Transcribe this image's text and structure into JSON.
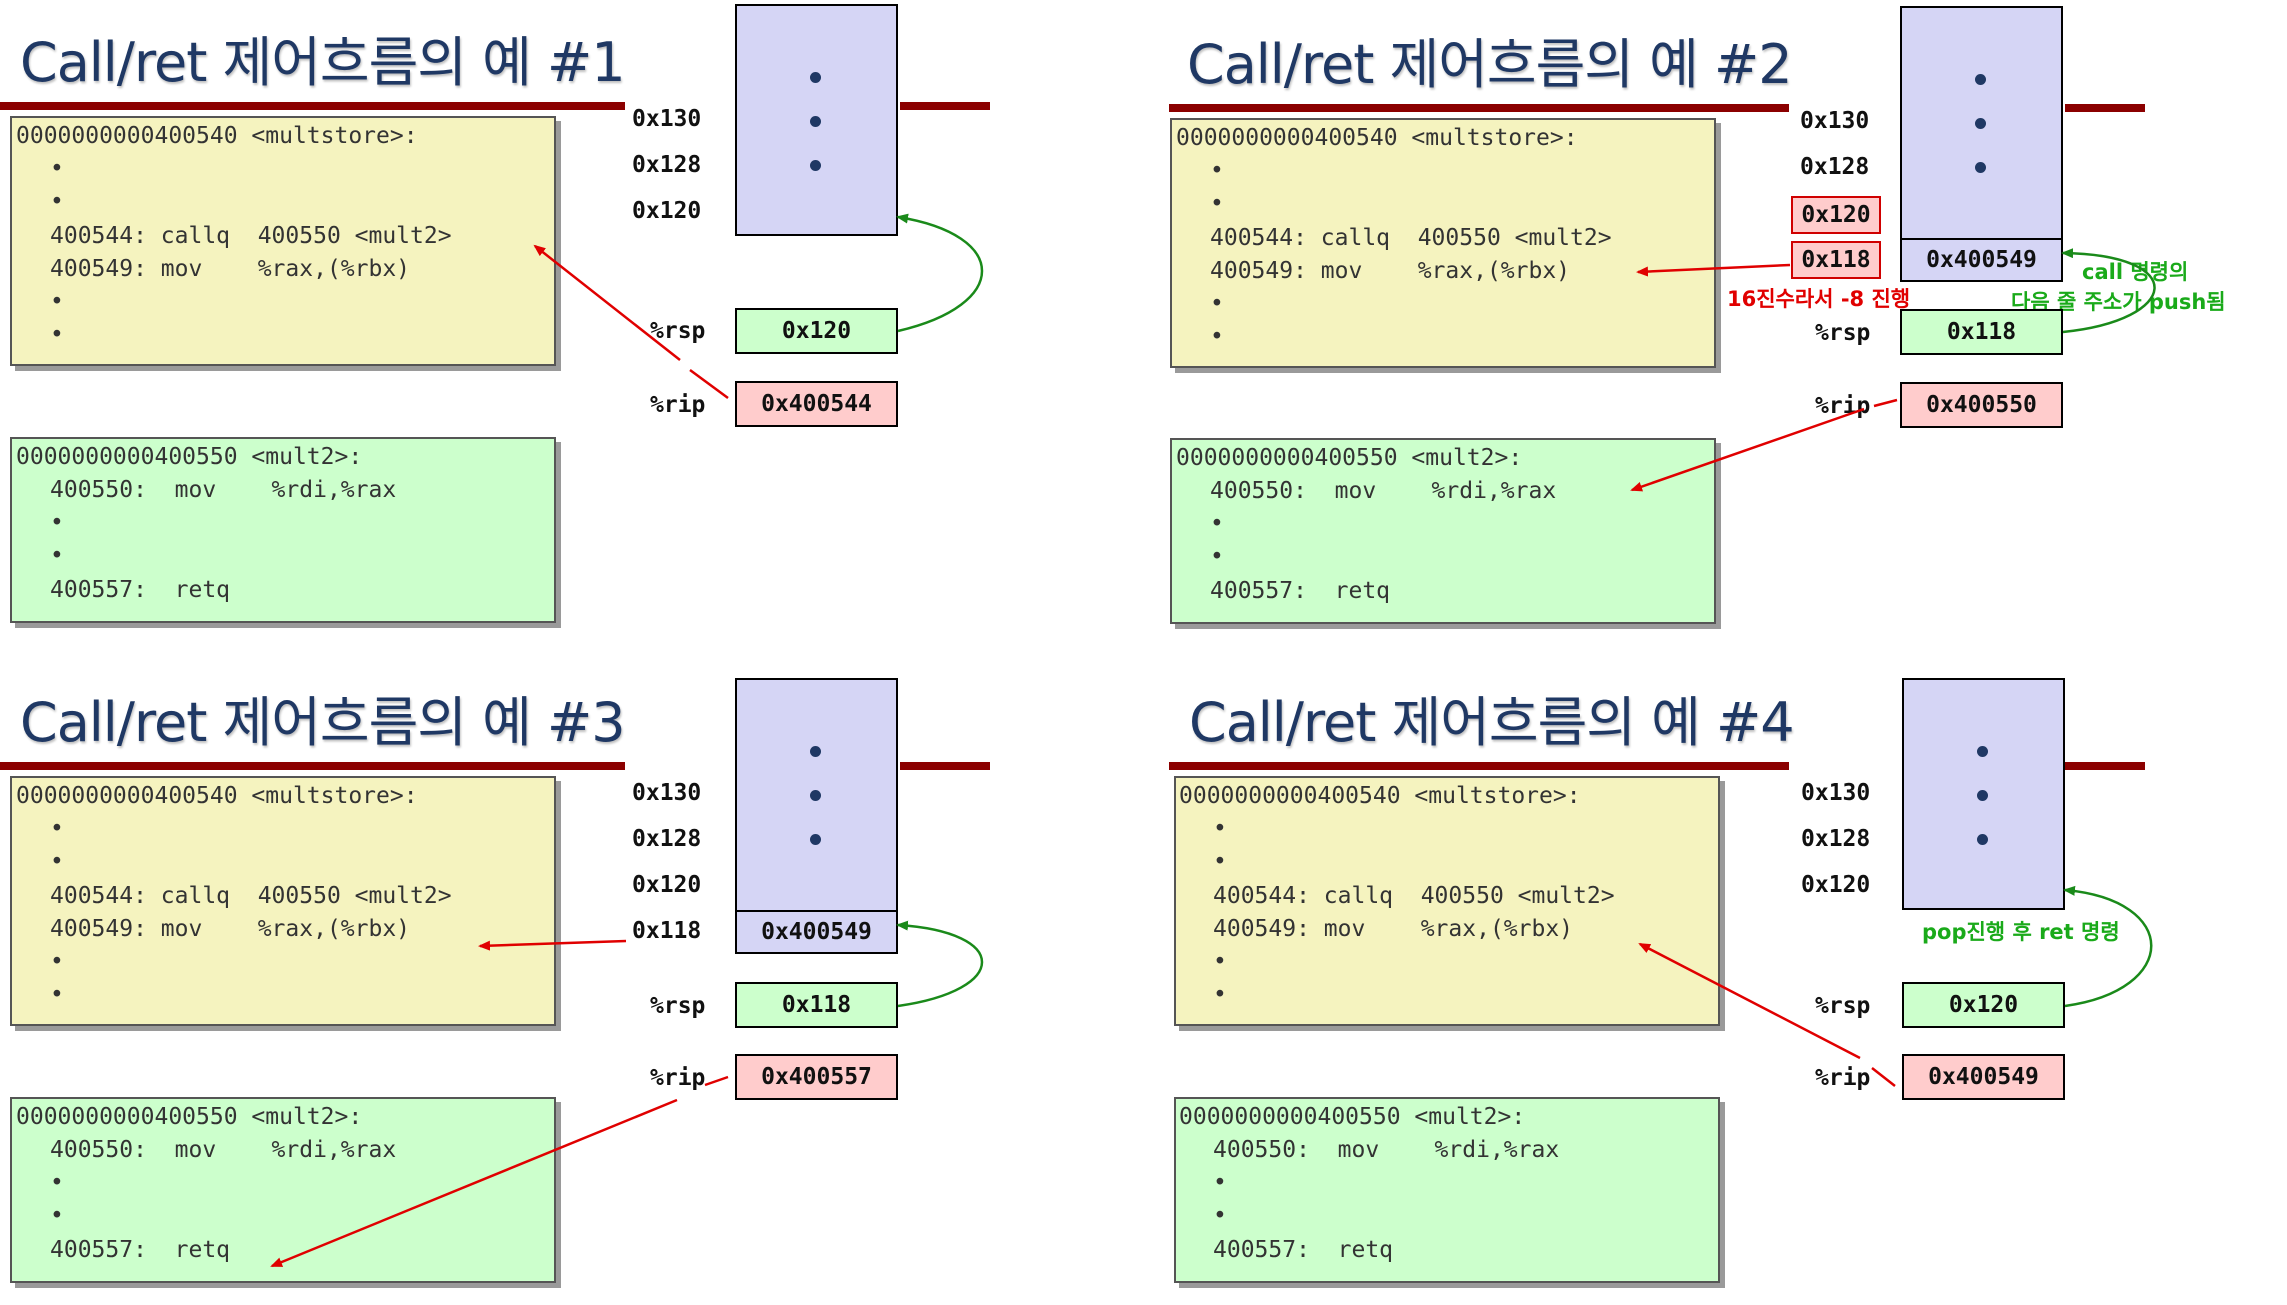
{
  "colors": {
    "title": "#1f3864",
    "bar": "#8b0000",
    "yellow_box": "#f5f3bf",
    "green_box": "#ccffcc",
    "stack": "#d5d5f5",
    "register_pink": "#ffcccc",
    "arrow_red": "#e00000",
    "arrow_green": "#1a8a1a"
  },
  "panels": [
    {
      "title": "Call/ret 제어흐름의 예 #1",
      "multstore": {
        "header": "0000000000400540 <multstore>:",
        "dot1": "•",
        "dot2": "•",
        "line1": "400544: callq  400550 <mult2>",
        "line2": "400549: mov    %rax,(%rbx)",
        "dot3": "•",
        "dot4": "•"
      },
      "mult2": {
        "header": "0000000000400550 <mult2>:",
        "line1": "400550:  mov    %rdi,%rax",
        "dot1": "•",
        "dot2": "•",
        "line2": "400557:  retq"
      },
      "addresses": [
        "0x130",
        "0x128",
        "0x120"
      ],
      "rsp_label": "%rsp",
      "rsp_value": "0x120",
      "rip_label": "%rip",
      "rip_value": "0x400544"
    },
    {
      "title": "Call/ret 제어흐름의 예 #2",
      "multstore": {
        "header": "0000000000400540 <multstore>:",
        "dot1": "•",
        "dot2": "•",
        "line1": "400544: callq  400550 <mult2>",
        "line2": "400549: mov    %rax,(%rbx)",
        "dot3": "•",
        "dot4": "•"
      },
      "mult2": {
        "header": "0000000000400550 <mult2>:",
        "line1": "400550:  mov    %rdi,%rax",
        "dot1": "•",
        "dot2": "•",
        "line2": "400557:  retq"
      },
      "addresses": [
        "0x130",
        "0x128",
        "0x120",
        "0x118"
      ],
      "pushed_value": "0x400549",
      "rsp_label": "%rsp",
      "rsp_value": "0x118",
      "rip_label": "%rip",
      "rip_value": "0x400550",
      "note_red": "16진수라서  -8 진행",
      "note_green_1": "call 명령의",
      "note_green_2": "다음 줄 주소가 push됨"
    },
    {
      "title": "Call/ret 제어흐름의 예 #3",
      "multstore": {
        "header": "0000000000400540 <multstore>:",
        "dot1": "•",
        "dot2": "•",
        "line1": "400544: callq  400550 <mult2>",
        "line2": "400549: mov    %rax,(%rbx)",
        "dot3": "•",
        "dot4": "•"
      },
      "mult2": {
        "header": "0000000000400550 <mult2>:",
        "line1": "400550:  mov    %rdi,%rax",
        "dot1": "•",
        "dot2": "•",
        "line2": "400557:  retq"
      },
      "addresses": [
        "0x130",
        "0x128",
        "0x120",
        "0x118"
      ],
      "pushed_value": "0x400549",
      "rsp_label": "%rsp",
      "rsp_value": "0x118",
      "rip_label": "%rip",
      "rip_value": "0x400557"
    },
    {
      "title": "Call/ret 제어흐름의 예 #4",
      "multstore": {
        "header": "0000000000400540 <multstore>:",
        "dot1": "•",
        "dot2": "•",
        "line1": "400544: callq  400550 <mult2>",
        "line2": "400549: mov    %rax,(%rbx)",
        "dot3": "•",
        "dot4": "•"
      },
      "mult2": {
        "header": "0000000000400550 <mult2>:",
        "line1": "400550:  mov    %rdi,%rax",
        "dot1": "•",
        "dot2": "•",
        "line2": "400557:  retq"
      },
      "addresses": [
        "0x130",
        "0x128",
        "0x120"
      ],
      "rsp_label": "%rsp",
      "rsp_value": "0x120",
      "rip_label": "%rip",
      "rip_value": "0x400549",
      "note_green": "pop진행 후 ret 명령"
    }
  ]
}
